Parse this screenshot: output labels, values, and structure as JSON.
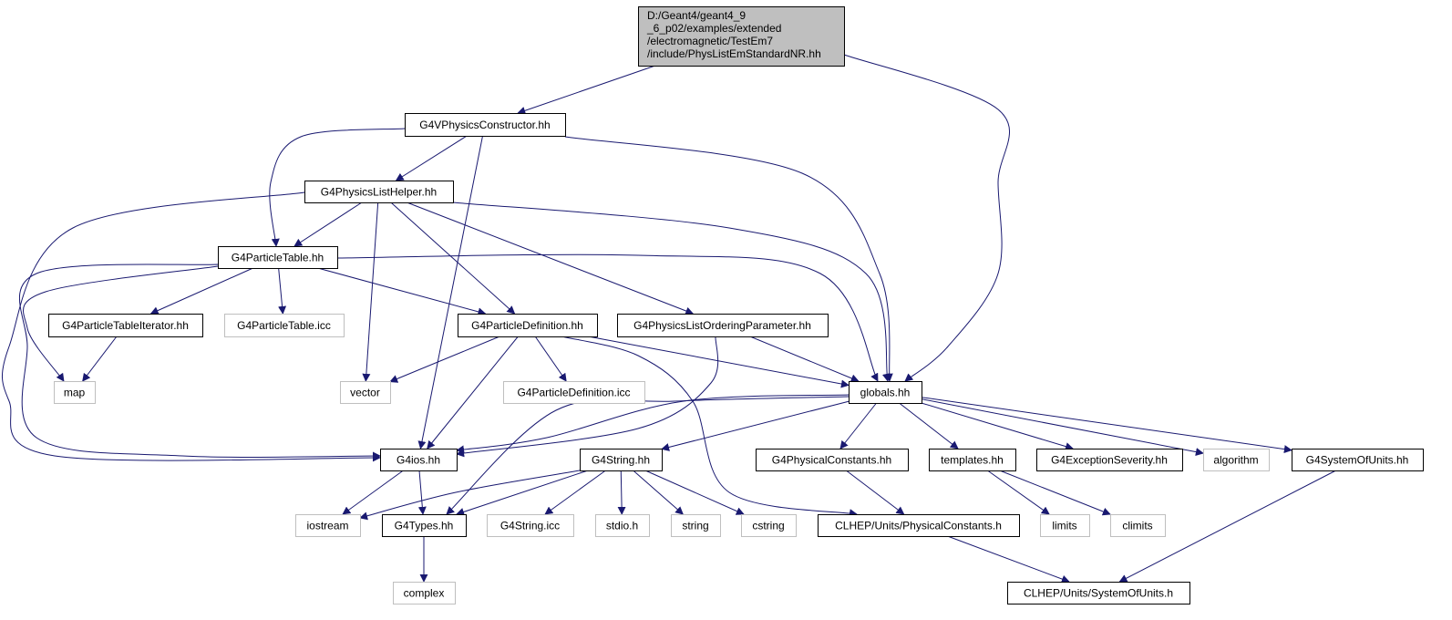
{
  "diagram": {
    "nodes": [
      {
        "id": "root",
        "style": "root",
        "lines": [
          "D:/Geant4/geant4_9",
          "_6_p02/examples/extended",
          "/electromagnetic/TestEm7",
          "/include/PhysListEmStandardNR.hh"
        ]
      },
      {
        "id": "g4vphys",
        "style": "solid",
        "lines": [
          "G4VPhysicsConstructor.hh"
        ]
      },
      {
        "id": "listhelper",
        "style": "solid",
        "lines": [
          "G4PhysicsListHelper.hh"
        ]
      },
      {
        "id": "ptable",
        "style": "solid",
        "lines": [
          "G4ParticleTable.hh"
        ]
      },
      {
        "id": "ptableiter",
        "style": "solid",
        "lines": [
          "G4ParticleTableIterator.hh"
        ]
      },
      {
        "id": "ptableicc",
        "style": "faint",
        "lines": [
          "G4ParticleTable.icc"
        ]
      },
      {
        "id": "pdef",
        "style": "solid",
        "lines": [
          "G4ParticleDefinition.hh"
        ]
      },
      {
        "id": "orderparam",
        "style": "solid",
        "lines": [
          "G4PhysicsListOrderingParameter.hh"
        ]
      },
      {
        "id": "map",
        "style": "faint",
        "lines": [
          "map"
        ]
      },
      {
        "id": "vector",
        "style": "faint",
        "lines": [
          "vector"
        ]
      },
      {
        "id": "pdeficc",
        "style": "faint",
        "lines": [
          "G4ParticleDefinition.icc"
        ]
      },
      {
        "id": "globals",
        "style": "solid",
        "lines": [
          "globals.hh"
        ]
      },
      {
        "id": "g4ios",
        "style": "solid",
        "lines": [
          "G4ios.hh"
        ]
      },
      {
        "id": "g4string",
        "style": "solid",
        "lines": [
          "G4String.hh"
        ]
      },
      {
        "id": "physconst",
        "style": "solid",
        "lines": [
          "G4PhysicalConstants.hh"
        ]
      },
      {
        "id": "templates",
        "style": "solid",
        "lines": [
          "templates.hh"
        ]
      },
      {
        "id": "excsev",
        "style": "solid",
        "lines": [
          "G4ExceptionSeverity.hh"
        ]
      },
      {
        "id": "algorithm",
        "style": "faint",
        "lines": [
          "algorithm"
        ]
      },
      {
        "id": "sysunits",
        "style": "solid",
        "lines": [
          "G4SystemOfUnits.hh"
        ]
      },
      {
        "id": "iostream",
        "style": "faint",
        "lines": [
          "iostream"
        ]
      },
      {
        "id": "g4types",
        "style": "solid",
        "lines": [
          "G4Types.hh"
        ]
      },
      {
        "id": "g4stringicc",
        "style": "faint",
        "lines": [
          "G4String.icc"
        ]
      },
      {
        "id": "stdio",
        "style": "faint",
        "lines": [
          "stdio.h"
        ]
      },
      {
        "id": "string",
        "style": "faint",
        "lines": [
          "string"
        ]
      },
      {
        "id": "cstring",
        "style": "faint",
        "lines": [
          "cstring"
        ]
      },
      {
        "id": "clhepphys",
        "style": "solid",
        "lines": [
          "CLHEP/Units/PhysicalConstants.h"
        ]
      },
      {
        "id": "limits",
        "style": "faint",
        "lines": [
          "limits"
        ]
      },
      {
        "id": "climits",
        "style": "faint",
        "lines": [
          "climits"
        ]
      },
      {
        "id": "complex",
        "style": "faint",
        "lines": [
          "complex"
        ]
      },
      {
        "id": "clhepsys",
        "style": "solid",
        "lines": [
          "CLHEP/Units/SystemOfUnits.h"
        ]
      }
    ],
    "edges": [
      [
        "root",
        "g4vphys"
      ],
      [
        "root",
        "globals"
      ],
      [
        "g4vphys",
        "listhelper"
      ],
      [
        "g4vphys",
        "ptable"
      ],
      [
        "g4vphys",
        "g4ios"
      ],
      [
        "g4vphys",
        "globals"
      ],
      [
        "listhelper",
        "ptable"
      ],
      [
        "listhelper",
        "vector"
      ],
      [
        "listhelper",
        "pdef"
      ],
      [
        "listhelper",
        "orderparam"
      ],
      [
        "listhelper",
        "globals"
      ],
      [
        "listhelper",
        "g4ios"
      ],
      [
        "ptable",
        "ptableiter"
      ],
      [
        "ptable",
        "ptableicc"
      ],
      [
        "ptable",
        "pdef"
      ],
      [
        "ptable",
        "map"
      ],
      [
        "ptable",
        "g4ios"
      ],
      [
        "ptable",
        "globals"
      ],
      [
        "ptableiter",
        "map"
      ],
      [
        "pdef",
        "vector"
      ],
      [
        "pdef",
        "pdeficc"
      ],
      [
        "pdef",
        "globals"
      ],
      [
        "pdef",
        "g4ios"
      ],
      [
        "pdef",
        "clhepphys"
      ],
      [
        "orderparam",
        "globals"
      ],
      [
        "orderparam",
        "g4ios"
      ],
      [
        "globals",
        "g4ios"
      ],
      [
        "globals",
        "g4types"
      ],
      [
        "globals",
        "g4string"
      ],
      [
        "globals",
        "physconst"
      ],
      [
        "globals",
        "templates"
      ],
      [
        "globals",
        "excsev"
      ],
      [
        "globals",
        "algorithm"
      ],
      [
        "globals",
        "sysunits"
      ],
      [
        "g4ios",
        "iostream"
      ],
      [
        "g4ios",
        "g4types"
      ],
      [
        "g4string",
        "iostream"
      ],
      [
        "g4string",
        "g4types"
      ],
      [
        "g4string",
        "g4stringicc"
      ],
      [
        "g4string",
        "stdio"
      ],
      [
        "g4string",
        "string"
      ],
      [
        "g4string",
        "cstring"
      ],
      [
        "physconst",
        "clhepphys"
      ],
      [
        "templates",
        "limits"
      ],
      [
        "templates",
        "climits"
      ],
      [
        "sysunits",
        "clhepsys"
      ],
      [
        "clhepphys",
        "clhepsys"
      ],
      [
        "g4types",
        "complex"
      ]
    ]
  }
}
